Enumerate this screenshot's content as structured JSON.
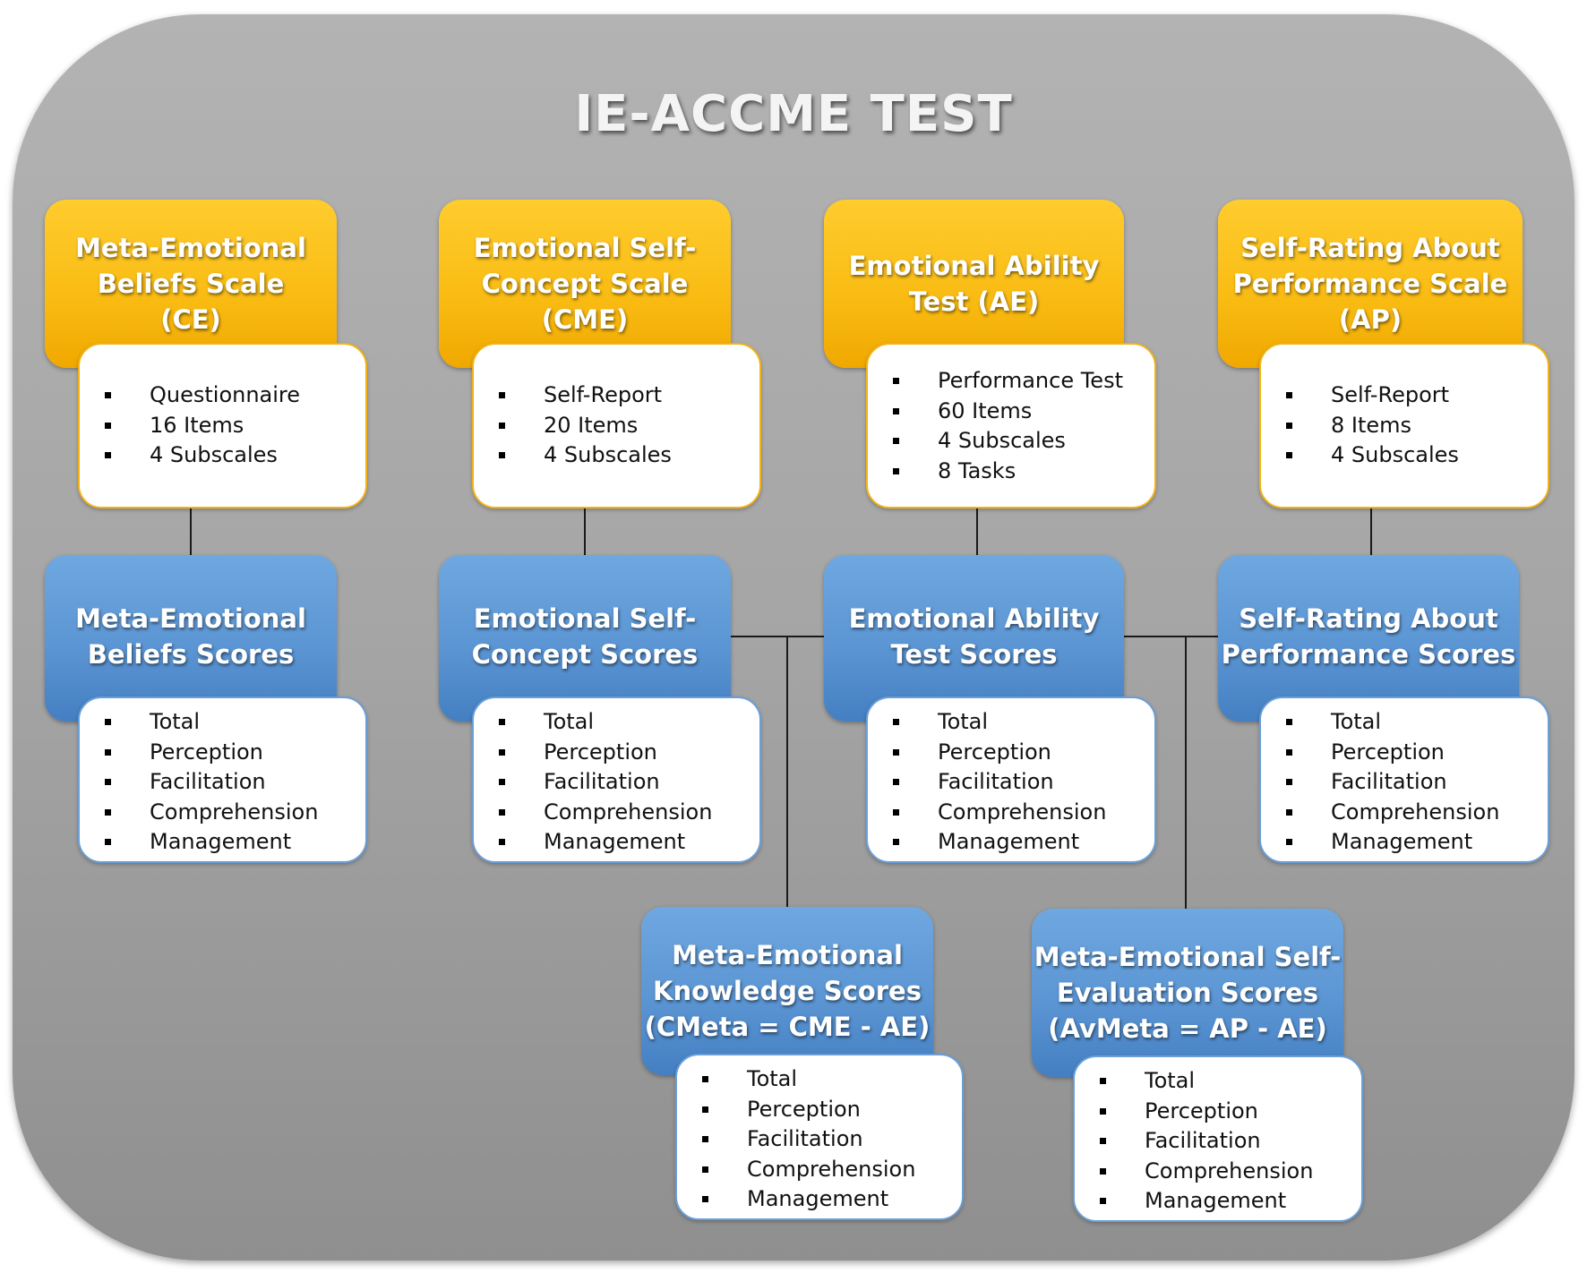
{
  "title": "IE-ACCME TEST",
  "tests": [
    {
      "heading": "Meta-Emotional\nBeliefs Scale\n(CE)",
      "items": [
        "Questionnaire",
        "16 Items",
        "4 Subscales"
      ]
    },
    {
      "heading": "Emotional Self-\nConcept Scale\n(CME)",
      "items": [
        "Self-Report",
        "20 Items",
        "4 Subscales"
      ]
    },
    {
      "heading": "Emotional Ability\nTest (AE)",
      "items": [
        "Performance Test",
        "60 Items",
        "4 Subscales",
        "8 Tasks"
      ]
    },
    {
      "heading": "Self-Rating About\nPerformance Scale\n(AP)",
      "items": [
        "Self-Report",
        "8 Items",
        "4 Subscales"
      ]
    }
  ],
  "scores": [
    {
      "heading": "Meta-Emotional\nBeliefs Scores",
      "items": [
        "Total",
        "Perception",
        "Facilitation",
        "Comprehension",
        "Management"
      ]
    },
    {
      "heading": "Emotional Self-\nConcept Scores",
      "items": [
        "Total",
        "Perception",
        "Facilitation",
        "Comprehension",
        "Management"
      ]
    },
    {
      "heading": "Emotional Ability\nTest Scores",
      "items": [
        "Total",
        "Perception",
        "Facilitation",
        "Comprehension",
        "Management"
      ]
    },
    {
      "heading": "Self-Rating About\nPerformance Scores",
      "items": [
        "Total",
        "Perception",
        "Facilitation",
        "Comprehension",
        "Management"
      ]
    }
  ],
  "derived": [
    {
      "heading": "Meta-Emotional\nKnowledge Scores\n(CMeta = CME - AE)",
      "items": [
        "Total",
        "Perception",
        "Facilitation",
        "Comprehension",
        "Management"
      ]
    },
    {
      "heading": "Meta-Emotional Self-\nEvaluation Scores\n(AvMeta = AP - AE)",
      "items": [
        "Total",
        "Perception",
        "Facilitation",
        "Comprehension",
        "Management"
      ]
    }
  ],
  "colors": {
    "test_heading": "#f9bb12",
    "score_heading": "#5b95d3",
    "background_panel": "#a5a5a5"
  }
}
